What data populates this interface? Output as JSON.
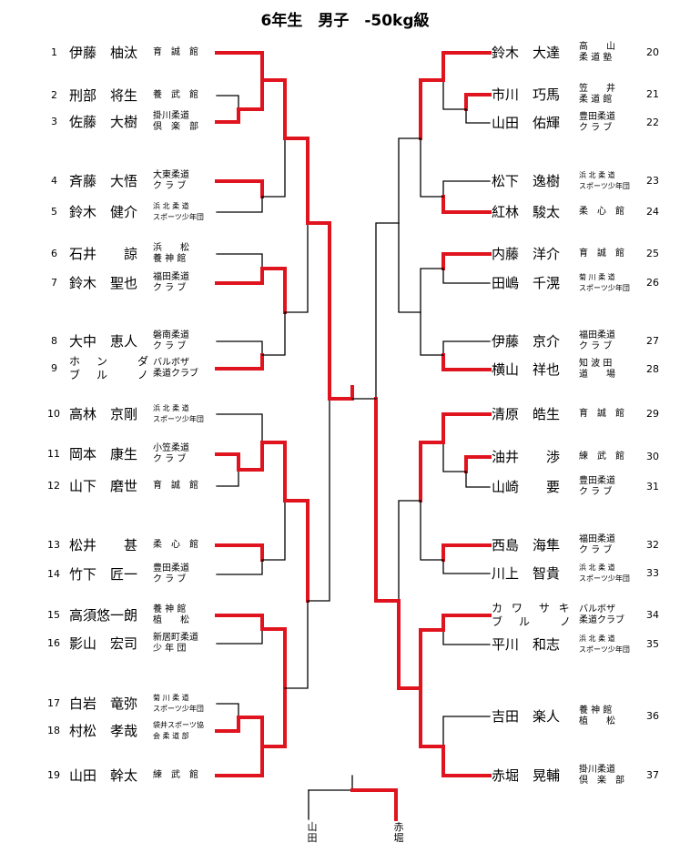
{
  "title": "6年生　男子　-50kg級",
  "colors": {
    "winner": "#e0141e",
    "line": "#000000"
  },
  "left": [
    {
      "num": "1",
      "name": "伊藤　柚汰",
      "club": [
        "育　誠　館"
      ]
    },
    {
      "num": "2",
      "name": "刑部　将生",
      "club": [
        "養　武　館"
      ]
    },
    {
      "num": "3",
      "name": "佐藤　大樹",
      "club": [
        "掛川柔道",
        "倶　楽　部"
      ]
    },
    {
      "num": "4",
      "name": "斉藤　大悟",
      "club": [
        "大東柔道",
        "ク ラ ブ"
      ]
    },
    {
      "num": "5",
      "name": "鈴木　健介",
      "club": [
        "浜 北 柔 道",
        "スポーツ少年団"
      ]
    },
    {
      "num": "6",
      "name": "石井　　諒",
      "club": [
        "浜　　松",
        "養 神 館"
      ]
    },
    {
      "num": "7",
      "name": "鈴木　聖也",
      "club": [
        "福田柔道",
        "ク ラ ブ"
      ]
    },
    {
      "num": "8",
      "name": "大中　恵人",
      "club": [
        "磐南柔道",
        "ク ラ ブ"
      ]
    },
    {
      "num": "9",
      "name": [
        "ホ　ン　　ダ",
        "ブ　ル　　ノ"
      ],
      "club": [
        "バルボザ",
        "柔道クラブ"
      ]
    },
    {
      "num": "10",
      "name": "高林　京剛",
      "club": [
        "浜 北 柔 道",
        "スポーツ少年団"
      ]
    },
    {
      "num": "11",
      "name": "岡本　康生",
      "club": [
        "小笠柔道",
        "ク ラ ブ"
      ]
    },
    {
      "num": "12",
      "name": "山下　磨世",
      "club": [
        "育　誠　館"
      ]
    },
    {
      "num": "13",
      "name": "松井　　甚",
      "club": [
        "柔　心　館"
      ]
    },
    {
      "num": "14",
      "name": "竹下　匠一",
      "club": [
        "豊田柔道",
        "ク ラ ブ"
      ]
    },
    {
      "num": "15",
      "name": "高須悠一朗",
      "club": [
        "養 神 館",
        "植　　松"
      ]
    },
    {
      "num": "16",
      "name": "影山　宏司",
      "club": [
        "新居町柔道",
        "少 年 団"
      ]
    },
    {
      "num": "17",
      "name": "白岩　竜弥",
      "club": [
        "菊 川 柔 道",
        "スポーツ少年団"
      ]
    },
    {
      "num": "18",
      "name": "村松　孝哉",
      "club": [
        "袋井スポーツ協",
        "会 柔 道 部"
      ]
    },
    {
      "num": "19",
      "name": "山田　幹太",
      "club": [
        "練　武　館"
      ]
    }
  ],
  "right": [
    {
      "num": "20",
      "name": "鈴木　大達",
      "club": [
        "高　　山",
        "柔 道 塾"
      ]
    },
    {
      "num": "21",
      "name": "市川　巧馬",
      "club": [
        "笠　　井",
        "柔 道 館"
      ]
    },
    {
      "num": "22",
      "name": "山田　佑輝",
      "club": [
        "豊田柔道",
        "ク ラ ブ"
      ]
    },
    {
      "num": "23",
      "name": "松下　逸樹",
      "club": [
        "浜 北 柔 道",
        "スポーツ少年団"
      ]
    },
    {
      "num": "24",
      "name": "紅林　駿太",
      "club": [
        "柔　心　館"
      ]
    },
    {
      "num": "25",
      "name": "内藤　洋介",
      "club": [
        "育　誠　館"
      ]
    },
    {
      "num": "26",
      "name": "田嶋　千滉",
      "club": [
        "菊 川 柔 道",
        "スポーツ少年団"
      ]
    },
    {
      "num": "27",
      "name": "伊藤　京介",
      "club": [
        "福田柔道",
        "ク ラ ブ"
      ]
    },
    {
      "num": "28",
      "name": "横山　祥也",
      "club": [
        "知 波 田",
        "道　　場"
      ]
    },
    {
      "num": "29",
      "name": "清原　皓生",
      "club": [
        "育　誠　館"
      ]
    },
    {
      "num": "30",
      "name": "油井　　渉",
      "club": [
        "練　武　館"
      ]
    },
    {
      "num": "31",
      "name": "山崎　　要",
      "club": [
        "豊田柔道",
        "ク ラ ブ"
      ]
    },
    {
      "num": "32",
      "name": "西島　海隼",
      "club": [
        "福田柔道",
        "ク ラ ブ"
      ]
    },
    {
      "num": "33",
      "name": "川上　智貴",
      "club": [
        "浜 北 柔 道",
        "スポーツ少年団"
      ]
    },
    {
      "num": "34",
      "name": [
        "カ ワ　サ キ",
        "ブ　ル　　ノ"
      ],
      "club": [
        "バルボザ",
        "柔道クラブ"
      ]
    },
    {
      "num": "35",
      "name": "平川　和志",
      "club": [
        "浜 北 柔 道",
        "スポーツ少年団"
      ]
    },
    {
      "num": "36",
      "name": "吉田　楽人",
      "club": [
        "養 神 館",
        "植　　松"
      ]
    },
    {
      "num": "37",
      "name": "赤堀　晃輔",
      "club": [
        "掛川柔道",
        "倶　楽　部"
      ]
    }
  ],
  "finalists": [
    "山田",
    "赤堀"
  ]
}
